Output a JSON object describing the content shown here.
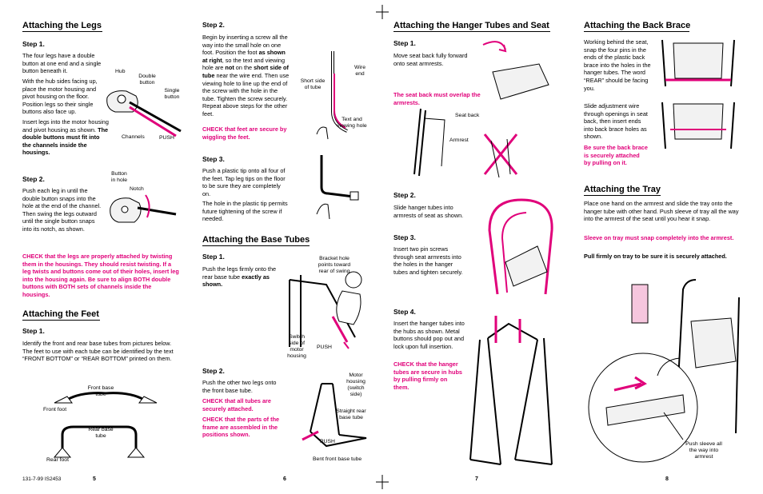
{
  "page5": {
    "legs_heading": "Attaching the Legs",
    "step1": "Step 1.",
    "step1_p1": "The four legs have a double button at one end and a single button beneath it.",
    "step1_p2": "With the hub sides facing up, place the motor housing and pivot housing on the floor. Position legs so their single buttons also face up.",
    "step1_p3a": "Insert legs into the motor housing and pivot housing as shown.",
    "step1_p3b": "The double buttons must fit into the channels inside the housings.",
    "lbl_hub": "Hub",
    "lbl_double": "Double button",
    "lbl_single": "Single button",
    "lbl_channels": "Channels",
    "lbl_push": "PUSH",
    "step2": "Step 2.",
    "step2_p": "Push each leg in until the double button snaps into the hole at the end of the channel. Then swing the legs outward until the single button snaps into its notch, as shown.",
    "lbl_button_hole": "Button in hole",
    "lbl_notch": "Notch",
    "check_legs": "CHECK that the legs are properly attached by twisting them in the housings. They should resist twisting. If a leg twists and buttons come out of their holes, insert leg into the housing again. Be sure to align BOTH double buttons with BOTH sets of channels inside the housings.",
    "feet_heading": "Attaching the Feet",
    "feet_step1": "Step 1.",
    "feet_p": "Identify the front and rear base tubes from pictures below. The feet to use with each tube can be identified by the text “FRONT BOTTOM” or “REAR BOTTOM” printed on them.",
    "lbl_front_base": "Front base tube",
    "lbl_front_foot": "Front foot",
    "lbl_rear_base": "Rear base tube",
    "lbl_rear_foot": "Rear foot",
    "code": "131-7-99   IS2453",
    "num": "5"
  },
  "page6": {
    "feet_step2": "Step 2.",
    "feet_step2_a": "Begin by inserting a screw all the way into the small hole on one foot. Position the foot",
    "feet_step2_b": "as shown at right",
    "feet_step2_c": ", so the text and viewing hole are",
    "feet_step2_d": "not",
    "feet_step2_e": "on the",
    "feet_step2_f": "short side of tube",
    "feet_step2_g": "near the wire end. Then use viewing hole to line up the end of the screw with the hole in the tube. Tighten the screw securely. Repeat above steps for the other feet.",
    "check_feet": "CHECK that feet are secure by wiggling the feet.",
    "lbl_short_side": "Short side of tube",
    "lbl_wire_end": "Wire end",
    "lbl_text_hole": "Text and viewing hole",
    "feet_step3": "Step 3.",
    "feet_step3_p1": "Push a plastic tip onto all four of the feet. Tap leg tips on the floor to be sure they are completely on.",
    "feet_step3_p2": "The hole in the plastic tip permits future tightening of the screw if needed.",
    "base_heading": "Attaching the Base Tubes",
    "base_step1": "Step 1.",
    "base_step1_p": "Push the legs firmly onto the rear base tube",
    "base_step1_b": "exactly as shown.",
    "lbl_bracket": "Bracket hole points toward rear of swing",
    "lbl_switch": "Switch side of motor housing",
    "lbl_push": "PUSH",
    "base_step2": "Step 2.",
    "base_step2_p": "Push the other two legs onto the front base tube.",
    "check_tubes": "CHECK that all tubes are securely attached.",
    "check_frame": "CHECK that the parts of the frame are assembled in the positions shown.",
    "lbl_motor": "Motor housing (switch side)",
    "lbl_straight": "Straight rear base tube",
    "lbl_push2": "PUSH",
    "lbl_bent": "Bent front base tube",
    "num": "6"
  },
  "page7": {
    "heading": "Attaching the Hanger Tubes and Seat",
    "step1": "Step 1.",
    "step1_p": "Move seat back fully forward onto seat armrests.",
    "pink1": "The seat back must overlap the armrests.",
    "lbl_seat_back": "Seat back",
    "lbl_armrest": "Armrest",
    "step2": "Step 2.",
    "step2_p": "Slide hanger tubes into armrests of seat as shown.",
    "step3": "Step 3.",
    "step3_p": "Insert two pin screws through seat armrests into the holes in the hanger tubes and tighten securely.",
    "step4": "Step 4.",
    "step4_p": "Insert the hanger tubes into the hubs as shown. Metal buttons should pop out and lock upon full insertion.",
    "pink4": "CHECK that the hanger tubes are secure in hubs by pulling firmly on them.",
    "num": "7"
  },
  "page8": {
    "back_heading": "Attaching the Back Brace",
    "back_p1": "Working behind the seat, snap the four pins in the ends of the plastic back brace into the holes in the hanger tubes. The word “REAR” should be facing you.",
    "back_p2": "Slide adjustment wire through openings in seat back, then insert ends into back brace holes as shown.",
    "back_pink": "Be sure the back brace is securely attached by pulling on it.",
    "tray_heading": "Attaching the Tray",
    "tray_p": "Place one hand on the armrest and slide the tray onto the hanger tube with other hand. Push sleeve of tray all the way into the armrest of the seat until you hear it snap.",
    "tray_pink": "Sleeve on tray must snap completely into the armrest.",
    "tray_bold": "Pull firmly on tray to be sure it is securely attached.",
    "lbl_sleeve": "Push sleeve all the way into armrest",
    "num": "8"
  },
  "colors": {
    "accent": "#e0007a",
    "text": "#000000"
  }
}
